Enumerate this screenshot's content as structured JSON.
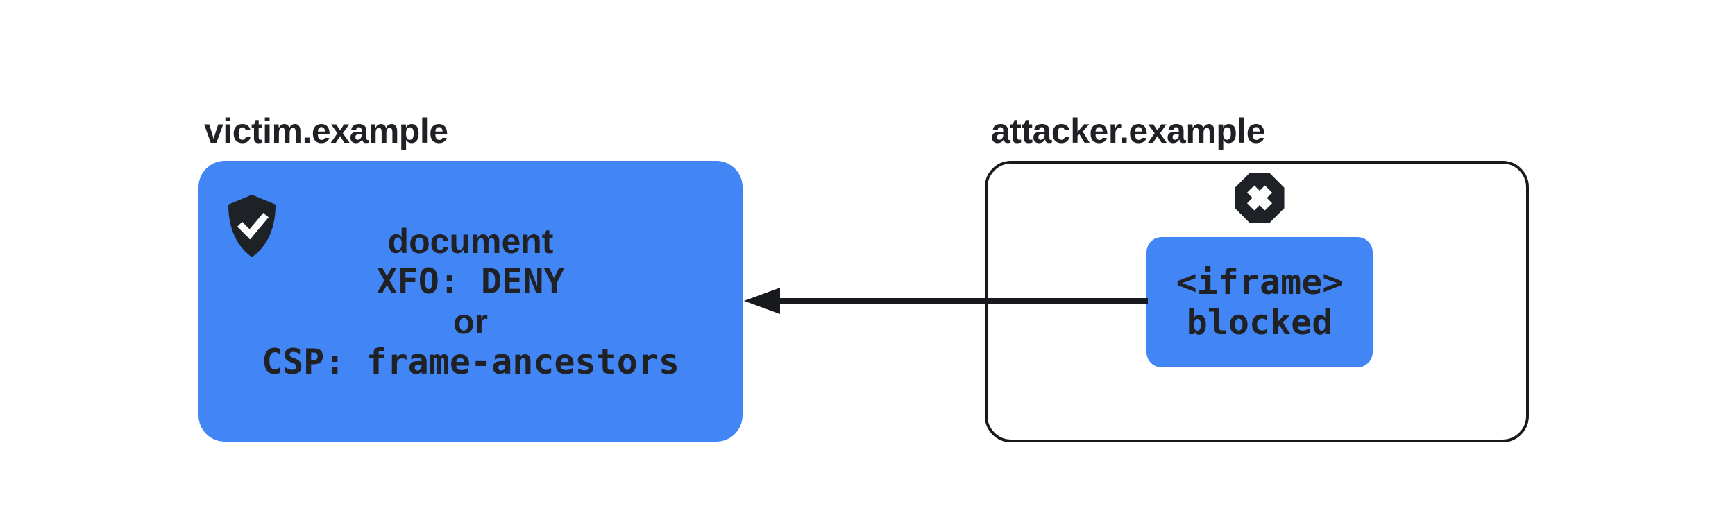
{
  "victim": {
    "domain_label": "victim.example",
    "icon": "shield-check-icon",
    "card_lines": [
      {
        "text": "document",
        "style": "sans"
      },
      {
        "text": "XFO: DENY",
        "style": "mono"
      },
      {
        "text": "or",
        "style": "sans"
      },
      {
        "text": "CSP: frame-ancestors",
        "style": "mono"
      }
    ]
  },
  "attacker": {
    "domain_label": "attacker.example",
    "icon": "blocked-x-icon",
    "iframe_lines": [
      "<iframe>",
      "blocked"
    ]
  },
  "arrow": {
    "direction": "left",
    "meaning": "framing request blocked"
  },
  "colors": {
    "accent_blue": "#4285F4",
    "ink": "#202124",
    "line_ink": "#17191c",
    "icon_ink": "#1e2126",
    "background": "#ffffff"
  }
}
